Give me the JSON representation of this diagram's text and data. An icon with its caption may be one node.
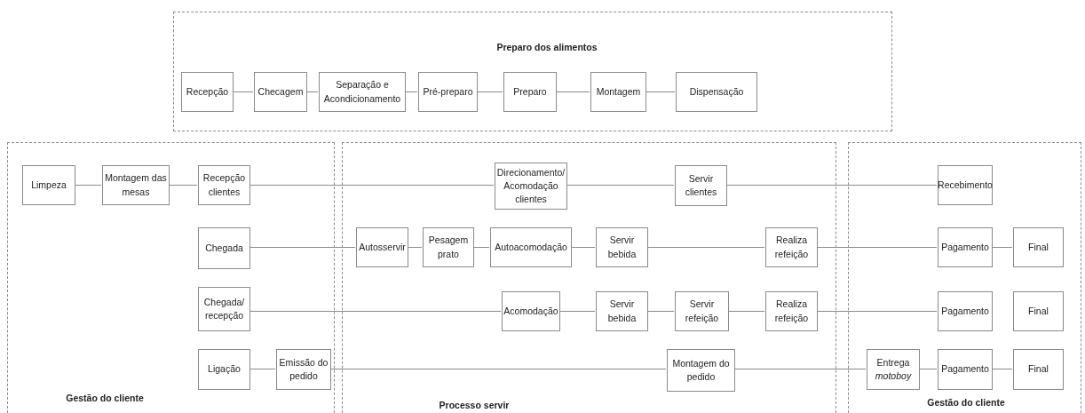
{
  "diagram": {
    "nodes": [
      {
        "text": [
          "Preparo dos alimentos"
        ]
      },
      {
        "text": [
          "Recepção"
        ],
        "in": 0
      },
      {
        "text": [
          "Checagem"
        ],
        "in": 0
      },
      {
        "text": [
          "Separação e Acondicionamento"
        ],
        "in": 0
      },
      {
        "text": [
          "Pré-preparo"
        ],
        "in": 0
      },
      {
        "text": [
          "Preparo"
        ],
        "in": 0
      },
      {
        "text": [
          "Montagem"
        ],
        "in": 0
      },
      {
        "text": [
          "Dispensação"
        ],
        "in": 0
      },
      {
        "text": [
          "Gestão do cliente"
        ]
      },
      {
        "text": [
          "Limpeza"
        ],
        "in": 8
      },
      {
        "text": [
          "Montagem das mesas"
        ],
        "in": 8
      },
      {
        "text": [
          "Recepção clientes"
        ],
        "in": 8
      },
      {
        "text": [
          "Chegada"
        ],
        "in": 8
      },
      {
        "text": [
          "Chegada/ recepção"
        ],
        "in": 8
      },
      {
        "text": [
          "Ligação"
        ],
        "in": 8
      },
      {
        "text": [
          "Emissão do pedido"
        ],
        "in": 8
      },
      {
        "text": [
          "Processo servir"
        ]
      },
      {
        "text": [
          "Direcionamento/ Acomodação clientes"
        ],
        "in": 16
      },
      {
        "text": [
          "Servir clientes"
        ],
        "in": 16
      },
      {
        "text": [
          "Autosservir"
        ],
        "in": 16
      },
      {
        "text": [
          "Pesagem prato"
        ],
        "in": 16
      },
      {
        "text": [
          "Autoacomodação"
        ],
        "in": 16
      },
      {
        "text": [
          "Servir bebida"
        ],
        "in": 16
      },
      {
        "text": [
          "Realiza refeição"
        ],
        "in": 16
      },
      {
        "text": [
          "Acomodação"
        ],
        "in": 16
      },
      {
        "text": [
          "Servir bebida"
        ],
        "in": 16
      },
      {
        "text": [
          "Servir refeição"
        ],
        "in": 16
      },
      {
        "text": [
          "Realiza refeição"
        ],
        "in": 16
      },
      {
        "text": [
          "Montagem do pedido"
        ],
        "in": 16
      },
      {
        "text": [
          "Gestão do cliente"
        ]
      },
      {
        "text": [
          "Recebimento"
        ],
        "in": 29
      },
      {
        "text": [
          "Pagamento"
        ],
        "in": 29
      },
      {
        "text": [
          "Final"
        ],
        "in": 29
      },
      {
        "text": [
          "Pagamento"
        ],
        "in": 29
      },
      {
        "text": [
          "Final"
        ],
        "in": 29
      },
      {
        "text": [
          "Entrega *motoboy*"
        ],
        "in": 29
      },
      {
        "text": [
          "Pagamento"
        ],
        "in": 29
      },
      {
        "text": [
          "Final"
        ],
        "in": 29
      }
    ],
    "edges": [
      {
        "from": 1,
        "to": 2,
        "arrow": "none"
      },
      {
        "from": 2,
        "to": 3,
        "arrow": "none"
      },
      {
        "from": 3,
        "to": 4,
        "arrow": "none"
      },
      {
        "from": 4,
        "to": 5,
        "arrow": "none"
      },
      {
        "from": 5,
        "to": 6,
        "arrow": "none"
      },
      {
        "from": 6,
        "to": 7,
        "arrow": "none"
      },
      {
        "from": 9,
        "to": 10,
        "arrow": "none"
      },
      {
        "from": 10,
        "to": 11,
        "arrow": "none"
      },
      {
        "from": 11,
        "to": 17,
        "arrow": "none"
      },
      {
        "from": 17,
        "to": 18,
        "arrow": "none"
      },
      {
        "from": 18,
        "to": 30,
        "arrow": "none"
      },
      {
        "from": 12,
        "to": 19,
        "arrow": "none"
      },
      {
        "from": 19,
        "to": 20,
        "arrow": "none"
      },
      {
        "from": 20,
        "to": 21,
        "arrow": "none"
      },
      {
        "from": 21,
        "to": 22,
        "arrow": "none"
      },
      {
        "from": 22,
        "to": 23,
        "arrow": "none"
      },
      {
        "from": 23,
        "to": 31,
        "arrow": "none"
      },
      {
        "from": 31,
        "to": 32,
        "arrow": "none"
      },
      {
        "from": 13,
        "to": 24,
        "arrow": "none"
      },
      {
        "from": 24,
        "to": 25,
        "arrow": "none"
      },
      {
        "from": 25,
        "to": 26,
        "arrow": "none"
      },
      {
        "from": 26,
        "to": 27,
        "arrow": "none"
      },
      {
        "from": 27,
        "to": 33,
        "arrow": "none"
      },
      {
        "from": 14,
        "to": 15,
        "arrow": "none"
      },
      {
        "from": 15,
        "to": 28,
        "arrow": "none"
      },
      {
        "from": 28,
        "to": 35,
        "arrow": "none"
      },
      {
        "from": 35,
        "to": 36,
        "arrow": "none"
      },
      {
        "from": 36,
        "to": 37,
        "arrow": "none"
      }
    ]
  }
}
